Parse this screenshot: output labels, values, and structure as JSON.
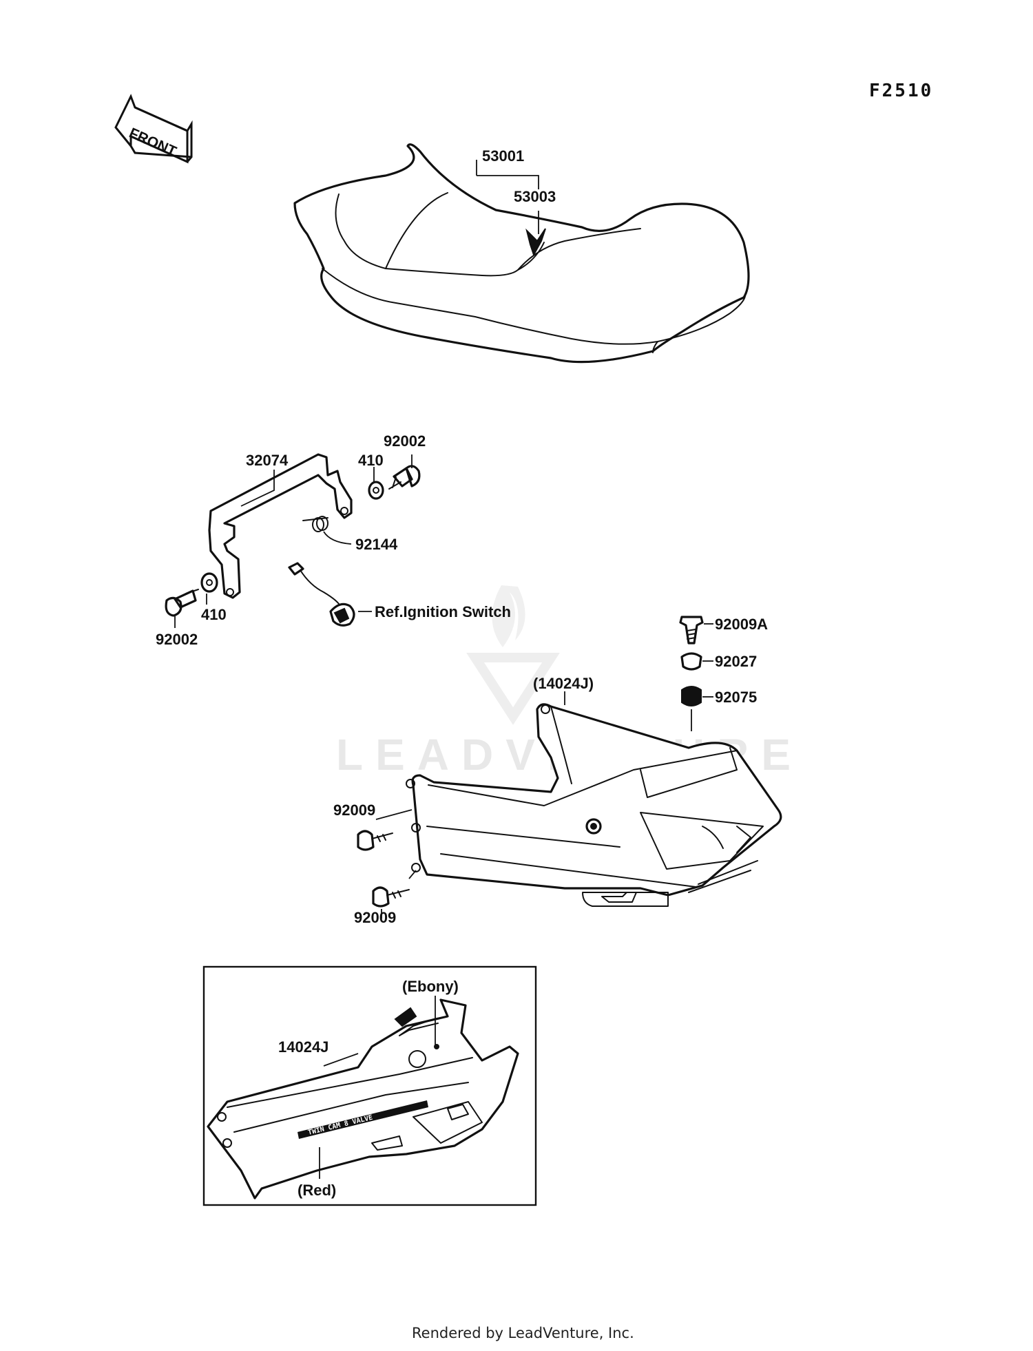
{
  "diagram_code": "F2510",
  "front_arrow_label": "FRONT",
  "watermark": "LEADVENTURE",
  "footer": "Rendered by LeadVenture, Inc.",
  "labels": {
    "seat": "53001",
    "seat_cover": "53003",
    "bracket": "32074",
    "bolt_top": "92002",
    "washer_top": "410",
    "spring": "92144",
    "washer_bottom": "410",
    "bolt_bottom": "92002",
    "ignition_ref": "Ref.Ignition Switch",
    "screw_9a": "92009A",
    "collar": "92027",
    "grommet": "92075",
    "cover_ref": "(14024J)",
    "screw_upper": "92009",
    "screw_lower": "92009",
    "inset_cover": "14024J",
    "inset_ebony": "(Ebony)",
    "inset_red": "(Red)"
  },
  "inset_decal_text": "TWIN CAM 8 VALVE"
}
